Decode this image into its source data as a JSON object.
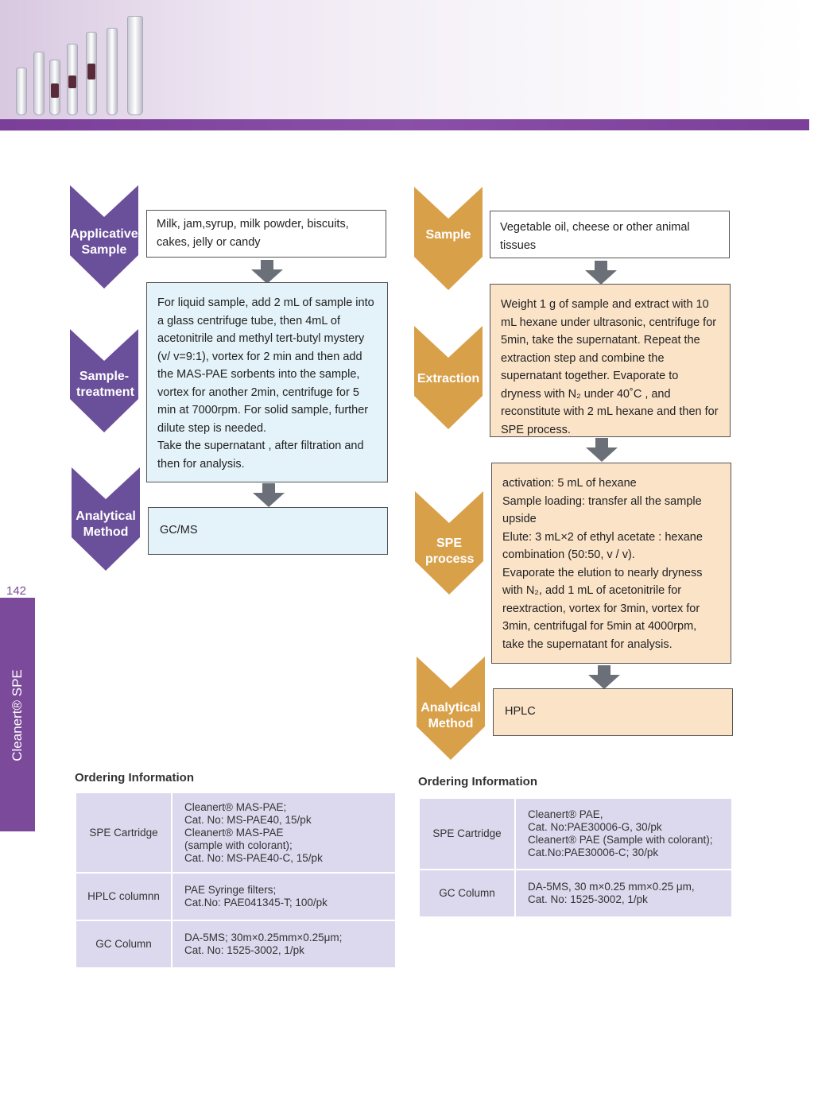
{
  "page": {
    "page_number": "142",
    "side_tab": "Cleanert® SPE"
  },
  "left_flow": {
    "chevrons": [
      {
        "label": "Applicative Sample"
      },
      {
        "label": "Sample-treatment"
      },
      {
        "label": "Analytical Method"
      }
    ],
    "boxes": [
      {
        "text": "Milk, jam,syrup, milk powder, biscuits, cakes, jelly or candy"
      },
      {
        "text": "For liquid sample, add 2 mL of sample into a glass centrifuge tube, then 4mL of acetonitrile and methyl tert-butyl mystery (v/ v=9:1), vortex for 2 min and then add the MAS-PAE sorbents into the sample, vortex for another 2min, centrifuge for 5 min at 7000rpm. For solid sample, further dilute step is needed.\nTake the supernatant , after filtration and then for analysis."
      },
      {
        "text": "GC/MS"
      }
    ]
  },
  "right_flow": {
    "chevrons": [
      {
        "label": "Sample"
      },
      {
        "label": "Extraction"
      },
      {
        "label": "SPE process"
      },
      {
        "label": "Analytical Method"
      }
    ],
    "boxes": [
      {
        "text": "Vegetable oil, cheese or other animal tissues"
      },
      {
        "text": "Weight 1 g of sample  and extract with 10 mL hexane under ultrasonic, centrifuge for 5min, take the supernatant. Repeat the extraction step and combine the supernatant together. Evaporate to dryness with N₂ under 40˚C , and reconstitute with 2 mL hexane and then for SPE process."
      },
      {
        "text": "activation: 5 mL of hexane\nSample loading: transfer all the sample upside\nElute: 3 mL×2 of ethyl acetate : hexane combination (50:50, v / v).\nEvaporate the elution to nearly dryness with N₂, add 1 mL of acetonitrile for reextraction, vortex for 3min, vortex for 3min, centrifugal for 5min at 4000rpm, take the supernatant for analysis."
      },
      {
        "text": "HPLC"
      }
    ]
  },
  "left_order": {
    "title": "Ordering Information",
    "rows": [
      {
        "name": "SPE Cartridge",
        "details": "Cleanert® MAS-PAE;\nCat. No: MS-PAE40, 15/pk\nCleanert® MAS-PAE\n(sample with colorant);\nCat. No: MS-PAE40-C, 15/pk"
      },
      {
        "name": "HPLC columnn",
        "details": "PAE Syringe filters;\nCat.No: PAE041345-T; 100/pk"
      },
      {
        "name": "GC Column",
        "details": "DA-5MS; 30m×0.25mm×0.25μm;\nCat. No: 1525-3002, 1/pk"
      }
    ]
  },
  "right_order": {
    "title": "Ordering Information",
    "rows": [
      {
        "name": "SPE Cartridge",
        "details": "Cleanert® PAE,\nCat. No:PAE30006-G, 30/pk\nCleanert® PAE (Sample with colorant);\nCat.No:PAE30006-C; 30/pk"
      },
      {
        "name": "GC Column",
        "details": "DA-5MS, 30 m×0.25 mm×0.25 μm,\nCat. No: 1525-3002, 1/pk"
      }
    ]
  },
  "colors": {
    "purple": "#7b4a9a",
    "chevron_purple": "#6a4f9a",
    "chevron_orange": "#d9a04a",
    "box_blue": "#e4f3f9",
    "box_peach": "#fbe3c8",
    "table_fill": "#dcd9ee"
  }
}
